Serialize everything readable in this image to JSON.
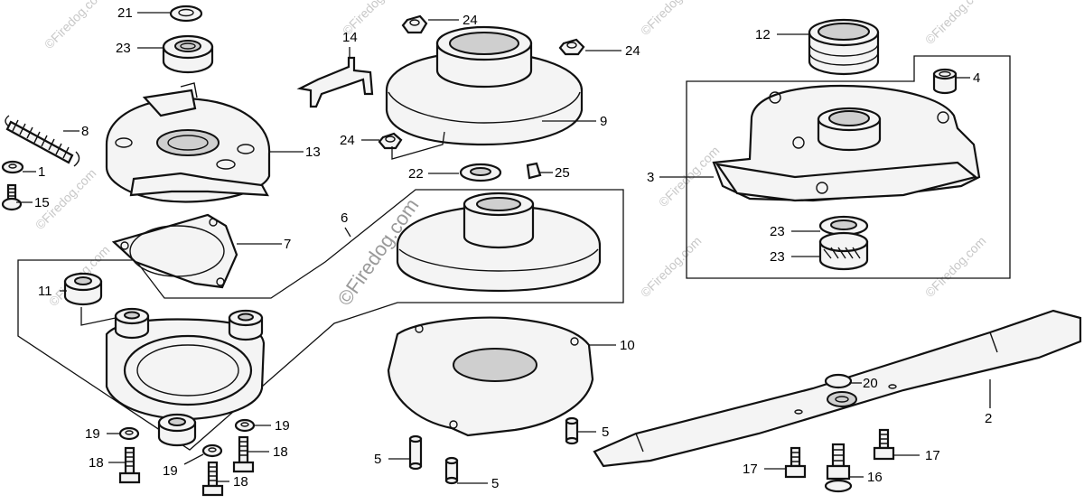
{
  "watermark": {
    "center_text": "©Firedog.com",
    "corner_text": "©Firedog.com"
  },
  "callouts": [
    {
      "id": "c21",
      "number": "21"
    },
    {
      "id": "c23a",
      "number": "23"
    },
    {
      "id": "c14",
      "number": "14"
    },
    {
      "id": "c24a",
      "number": "24"
    },
    {
      "id": "c24b",
      "number": "24"
    },
    {
      "id": "c12",
      "number": "12"
    },
    {
      "id": "c4",
      "number": "4"
    },
    {
      "id": "c8",
      "number": "8"
    },
    {
      "id": "c13",
      "number": "13"
    },
    {
      "id": "c1",
      "number": "1"
    },
    {
      "id": "c15",
      "number": "15"
    },
    {
      "id": "c9",
      "number": "9"
    },
    {
      "id": "c24c",
      "number": "24"
    },
    {
      "id": "c22",
      "number": "22"
    },
    {
      "id": "c25",
      "number": "25"
    },
    {
      "id": "c3",
      "number": "3"
    },
    {
      "id": "c6",
      "number": "6"
    },
    {
      "id": "c7",
      "number": "7"
    },
    {
      "id": "c23b",
      "number": "23"
    },
    {
      "id": "c23c",
      "number": "23"
    },
    {
      "id": "c11",
      "number": "11"
    },
    {
      "id": "c10",
      "number": "10"
    },
    {
      "id": "c20",
      "number": "20"
    },
    {
      "id": "c2",
      "number": "2"
    },
    {
      "id": "c19a",
      "number": "19"
    },
    {
      "id": "c19b",
      "number": "19"
    },
    {
      "id": "c19c",
      "number": "19"
    },
    {
      "id": "c18a",
      "number": "18"
    },
    {
      "id": "c18b",
      "number": "18"
    },
    {
      "id": "c18c",
      "number": "18"
    },
    {
      "id": "c5a",
      "number": "5"
    },
    {
      "id": "c5b",
      "number": "5"
    },
    {
      "id": "c5c",
      "number": "5"
    },
    {
      "id": "c17a",
      "number": "17"
    },
    {
      "id": "c17b",
      "number": "17"
    },
    {
      "id": "c16",
      "number": "16"
    }
  ]
}
